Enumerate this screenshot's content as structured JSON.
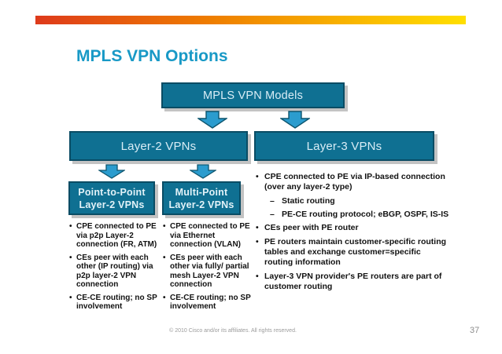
{
  "slide": {
    "title": "MPLS VPN Options",
    "footer": {
      "copyright": "© 2010 Cisco and/or its affiliates. All rights reserved.",
      "page_number": "37"
    },
    "colors": {
      "title_text": "#1899c6",
      "box_fill": "#0f7092",
      "box_border": "#0a4c64",
      "box_text": "#d9edf6",
      "box_shadow": "#c3c3c3",
      "arrow_fill": "#2b9cce",
      "arrow_border": "#0d556e",
      "bar_gradient_left": "#de3a1b",
      "bar_gradient_middle": "#ee7c00",
      "bar_gradient_right": "#ffdf00",
      "bullet_text": "#121212",
      "footer_text": "#9b9b9b"
    }
  },
  "diagram": {
    "bullet_char": "•",
    "dash_char": "–",
    "root_box": {
      "label": "MPLS VPN Models"
    },
    "layer2_box": {
      "label": "Layer-2 VPNs"
    },
    "layer3_box": {
      "label": "Layer-3 VPNs"
    },
    "p2p_box": {
      "line1": "Point-to-Point",
      "line2": "Layer-2 VPNs"
    },
    "multipoint_box": {
      "line1": "Multi-Point",
      "line2": "Layer-2 VPNs"
    },
    "p2p_bullets": [
      "CPE connected to PE via p2p Layer-2 connection (FR, ATM)",
      "CEs peer with each other (IP routing) via p2p layer-2 VPN connection",
      "CE-CE routing; no SP involvement"
    ],
    "multipoint_bullets": [
      "CPE connected to PE via Ethernet connection (VLAN)",
      "CEs peer with each other via fully/ partial mesh Layer-2 VPN connection",
      "CE-CE routing; no SP involvement"
    ],
    "layer3_bullets": [
      {
        "text": "CPE connected to PE via IP-based connection (over any layer-2 type)",
        "sub": [
          "Static routing",
          "PE-CE routing protocol; eBGP, OSPF, IS-IS"
        ]
      },
      {
        "text": "CEs peer with PE router"
      },
      {
        "text": "PE routers maintain customer-specific routing tables and exchange customer=specific routing information"
      },
      {
        "text": "Layer-3 VPN provider's PE routers are part of customer routing"
      }
    ]
  }
}
